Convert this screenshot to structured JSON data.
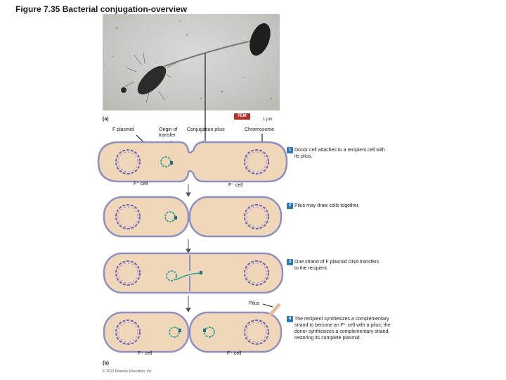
{
  "figure_title": "Figure 7.35  Bacterial conjugation-overview",
  "part_a": "(a)",
  "part_b": "(b)",
  "tem_badge": "TEM",
  "scale_bar": "1 μm",
  "labels": {
    "f_plasmid": "F plasmid",
    "origin_line1": "Origin of",
    "origin_line2": "transfer",
    "conjugation_pilus": "Conjugation pilus",
    "chromosome": "Chromosome",
    "f_plus_1": "F⁺ cell",
    "f_minus_1": "F⁻ cell",
    "pilus": "Pilus",
    "f_plus_2": "F⁺ cell",
    "f_plus_3": "F⁺ cell"
  },
  "steps": [
    {
      "num": "1",
      "lines": [
        "Donor cell attaches to a recipient cell with",
        "its pilus."
      ]
    },
    {
      "num": "2",
      "lines": [
        "Pilus may draw cells together."
      ]
    },
    {
      "num": "3",
      "lines": [
        "One strand of F plasmid DNA transfers",
        "to the recipient."
      ]
    },
    {
      "num": "4",
      "lines": [
        "The recipient synthesizes a complementary",
        "strand to become an F⁺ cell with a pilus; the",
        "donor synthesizes a complementary strand,",
        "restoring its complete plasmid."
      ]
    }
  ],
  "copyright": "© 2012 Pearson Education, Inc.",
  "colors": {
    "cell_fill": "#f1d7b9",
    "cell_membrane": "#8e8fc2",
    "chromosome": "#6a63b4",
    "plasmid": "#2c9f95",
    "step_badge": "#2a7bb8",
    "tem_badge": "#b4312a"
  }
}
